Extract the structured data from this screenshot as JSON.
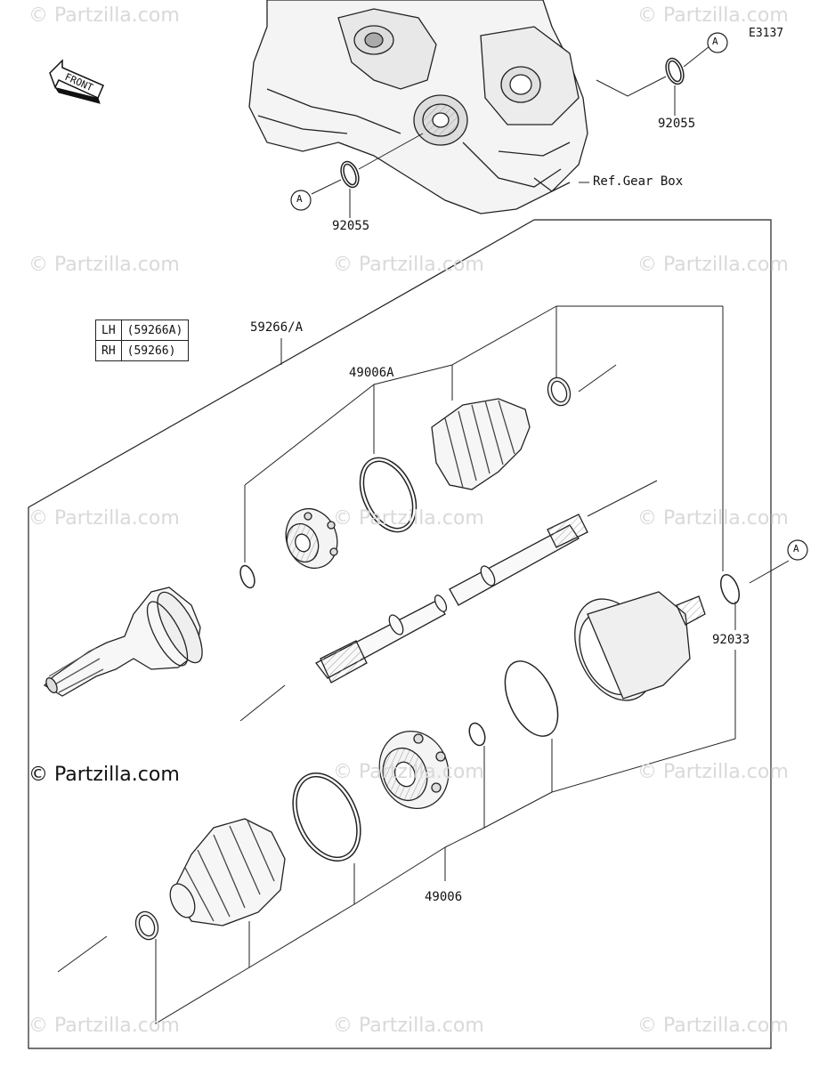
{
  "diagram_code": "E3137",
  "watermark": "© Partzilla.com",
  "copyright": "© Partzilla.com",
  "front_label": "FRONT",
  "ref_label": "Ref.Gear Box",
  "ref_marker": "A",
  "side_table": [
    {
      "side": "LH",
      "part": "(59266A)"
    },
    {
      "side": "RH",
      "part": "(59266)"
    }
  ],
  "part_labels": {
    "oring_left": "92055",
    "oring_right": "92055",
    "shaft_assembly": "59266/A",
    "boot_kit_inner": "49006A",
    "circlip": "92033",
    "boot_kit_outer": "49006"
  }
}
